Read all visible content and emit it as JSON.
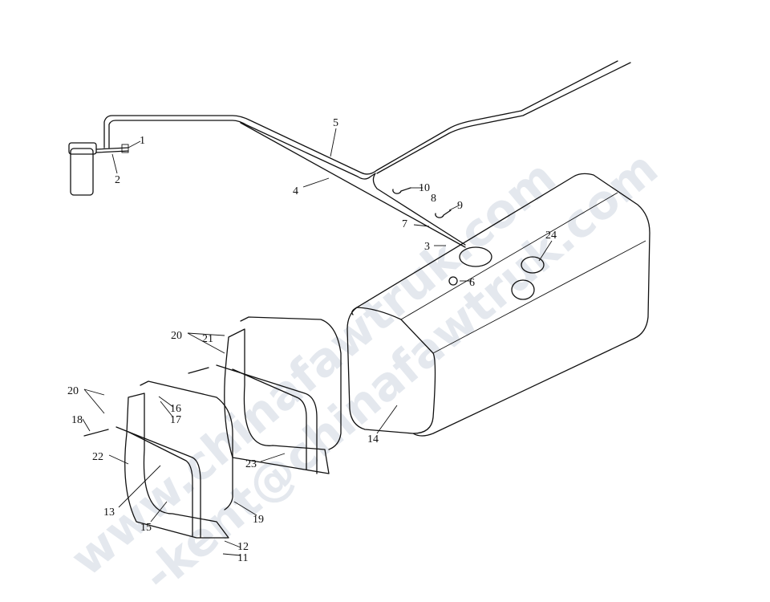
{
  "watermarks": [
    "www.chinafawtruk.com",
    "-kent@chinafawtruk.com"
  ],
  "labels": {
    "l1": "1",
    "l2": "2",
    "l3": "3",
    "l4": "4",
    "l5": "5",
    "l6": "6",
    "l7": "7",
    "l8": "8",
    "l9": "9",
    "l10": "10",
    "l11": "11",
    "l12": "12",
    "l13": "13",
    "l14": "14",
    "l15": "15",
    "l16": "16",
    "l17": "17",
    "l18": "18",
    "l19": "19",
    "l20a": "20",
    "l20b": "20",
    "l21": "21",
    "l22": "22",
    "l23": "23",
    "l24": "24"
  }
}
